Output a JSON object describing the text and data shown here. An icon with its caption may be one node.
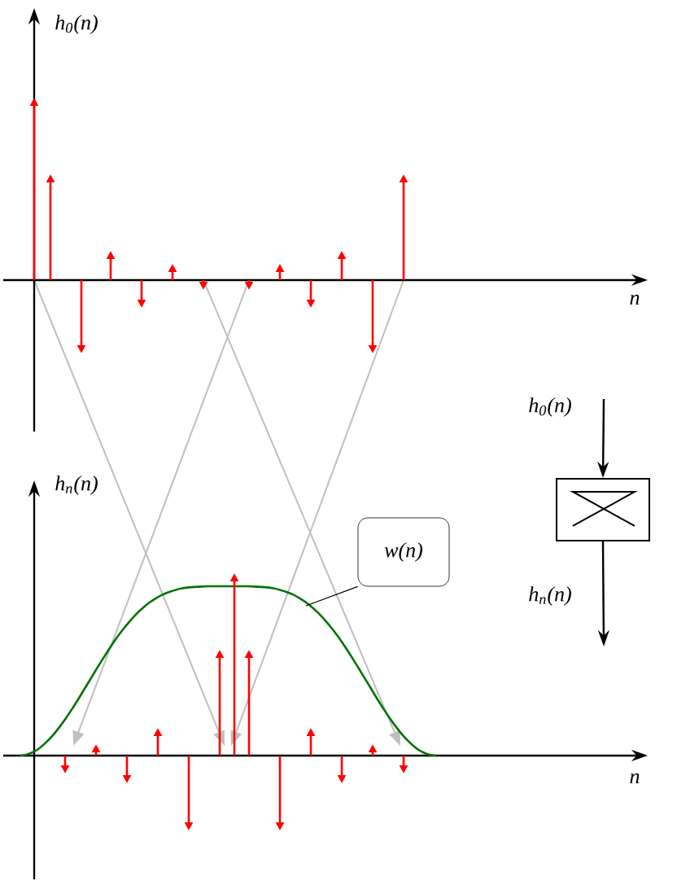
{
  "diagram": {
    "nodes": [
      {
        "text": [],
        "shape": "box"
      },
      {
        "text": [
          "w(n)"
        ]
      }
    ],
    "edges": [
      {
        "from": null,
        "to": 0,
        "arrow": "to",
        "label": "h$_{0}$(n)"
      },
      {
        "from": 0,
        "to": null,
        "arrow": "to",
        "label": "h$_{n}$(n)"
      },
      {
        "from": 1,
        "to": null,
        "arrow": "none"
      }
    ],
    "labels": [
      "h$_{0}$(n)",
      "n",
      "h$_{n}$(n)",
      "n"
    ]
  }
}
